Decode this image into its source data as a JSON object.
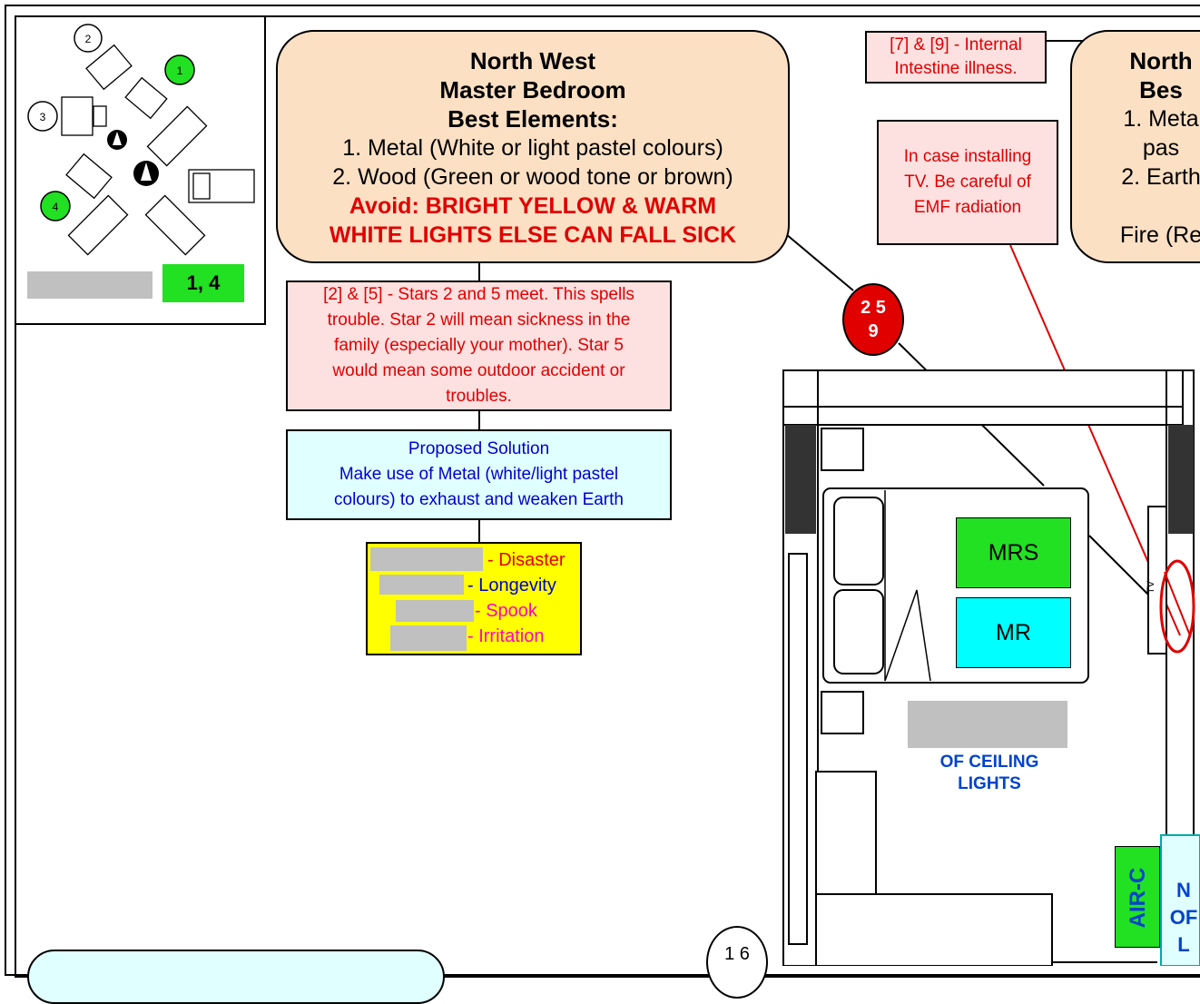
{
  "legend": {
    "circles": [
      "2",
      "1",
      "3",
      "4"
    ],
    "numbers_label": "1, 4"
  },
  "nw_box": {
    "title_lines": [
      "North West",
      "Master Bedroom",
      "Best Elements:"
    ],
    "items": [
      "1. Metal (White or light pastel colours)",
      "2. Wood (Green or wood tone or brown)"
    ],
    "avoid_lines": [
      "Avoid: BRIGHT YELLOW & WARM",
      "WHITE LIGHTS ELSE CAN FALL SICK"
    ]
  },
  "stars_note": {
    "lines": [
      "[2] & [5] - Stars 2 and 5 meet. This spells",
      "trouble. Star 2 will mean sickness in the",
      "family (especially your mother). Star 5",
      "would mean some outdoor accident or",
      "troubles."
    ]
  },
  "solution_note": {
    "lines": [
      "Proposed Solution",
      "Make use of Metal (white/light pastel",
      "colours) to exhaust and weaken Earth"
    ]
  },
  "keys": [
    {
      "label": "- Disaster",
      "color": "#e00000"
    },
    {
      "label": "-  Longevity",
      "color": "#0000cc"
    },
    {
      "label": "-  Spook",
      "color": "#ff00cc"
    },
    {
      "label": "-  Irritation",
      "color": "#ff00cc"
    }
  ],
  "intestine_note": {
    "lines": [
      "[7] & [9] - Internal",
      "Intestine illness."
    ]
  },
  "tv_note": {
    "lines": [
      "In case installing",
      "TV. Be careful of",
      "EMF radiation"
    ]
  },
  "north_box": {
    "lines": [
      "North",
      "Bes",
      "1. Meta",
      "pas",
      "2. Earth",
      "",
      "Fire (Re"
    ]
  },
  "star_badge": {
    "top": "2  5",
    "bottom": "9"
  },
  "room": {
    "mrs_label": "MRS",
    "mr_label": "MR",
    "ceiling_lines": [
      "OF CEILING",
      "LIGHTS"
    ],
    "tv_label": "TV",
    "aircon_label": "AIR-C",
    "partial_lines": [
      "N",
      "OF",
      "L"
    ]
  },
  "bottom_circle": "1 6",
  "colors": {
    "peach": "#fce0c4",
    "pink": "#fde0e0",
    "cyan": "#e0ffff",
    "yellow": "#ffff00",
    "green": "#22e022",
    "red": "#e00000",
    "mr_cyan": "#00ffff"
  }
}
